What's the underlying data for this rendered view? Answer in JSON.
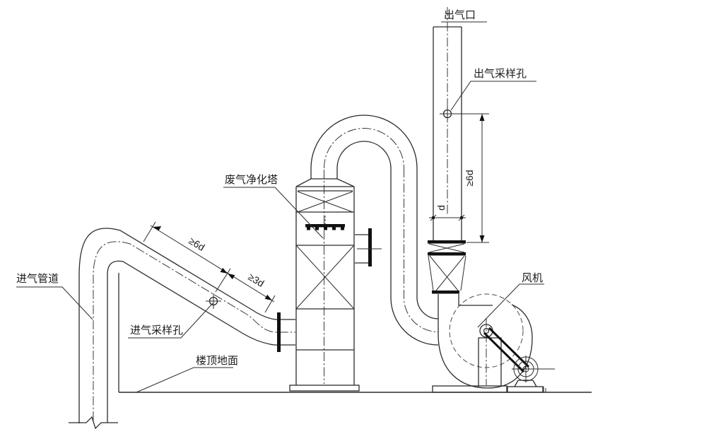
{
  "drawing": {
    "title_none": "",
    "labels": {
      "outlet_port": "出气口",
      "outlet_sampling_hole": "出气采样孔",
      "purification_tower": "废气净化塔",
      "inlet_pipe": "进气管道",
      "inlet_sampling_hole": "进气采样孔",
      "roof_floor": "楼顶地面",
      "fan": "风机"
    },
    "dimensions": {
      "outlet_stack_height": "≥6d",
      "outlet_stack_diameter": "d",
      "inlet_upstream_length": "≥6d",
      "inlet_downstream_length": "≥3d"
    },
    "colors": {
      "line": "#2b2b2b",
      "background": "#ffffff"
    }
  }
}
